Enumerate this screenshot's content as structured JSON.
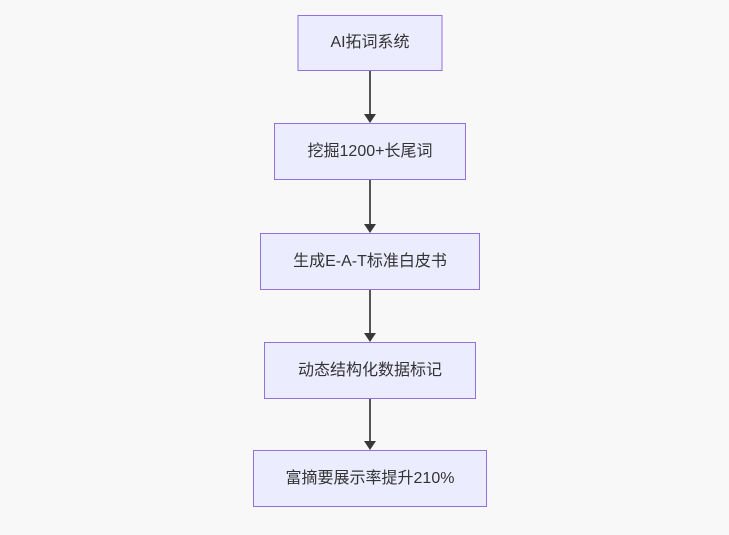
{
  "flowchart": {
    "direction": "top-down",
    "background_color": "#f8f8f8",
    "node_fill_color": "#ececff",
    "node_border_color": "#9370db",
    "text_color": "#333333",
    "arrow_color": "#383838",
    "nodes": [
      {
        "id": "n1",
        "label": "AI拓词系统"
      },
      {
        "id": "n2",
        "label": "挖掘1200+长尾词"
      },
      {
        "id": "n3",
        "label": "生成E-A-T标准白皮书"
      },
      {
        "id": "n4",
        "label": "动态结构化数据标记"
      },
      {
        "id": "n5",
        "label": "富摘要展示率提升210%"
      }
    ],
    "edges": [
      {
        "from": "n1",
        "to": "n2"
      },
      {
        "from": "n2",
        "to": "n3"
      },
      {
        "from": "n3",
        "to": "n4"
      },
      {
        "from": "n4",
        "to": "n5"
      }
    ]
  }
}
